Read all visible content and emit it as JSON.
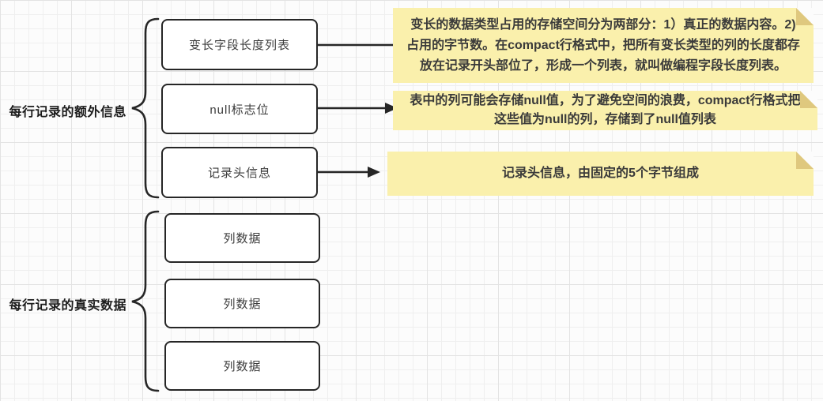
{
  "diagram": {
    "title_hint": "MySQL compact row format structure diagram",
    "groups": [
      {
        "label": "每行记录的额外信息",
        "boxes": [
          "变长字段长度列表",
          "null标志位",
          "记录头信息"
        ]
      },
      {
        "label": "每行记录的真实数据",
        "boxes": [
          "列数据",
          "列数据",
          "列数据"
        ]
      }
    ],
    "notes": [
      {
        "text": "变长的数据类型占用的存储空间分为两部分：1）真正的数据内容。2) 占用的字节数。在compact行格式中，把所有变长类型的列的长度都存放在记录开头部位了，形成一个列表，就叫做编程字段长度列表。"
      },
      {
        "text": "表中的列可能会存储null值，为了避免空间的浪费，compact行格式把这些值为null的列，存储到了null值列表"
      },
      {
        "text": "记录头信息，由固定的5个字节组成"
      }
    ],
    "colors": {
      "note_bg": "#faf0ac",
      "note_fold": "#dfc87e",
      "stroke": "#262626",
      "box_bg": "#ffffff",
      "grid_minor": "#efefef",
      "grid_major": "#e3e3e3"
    }
  }
}
